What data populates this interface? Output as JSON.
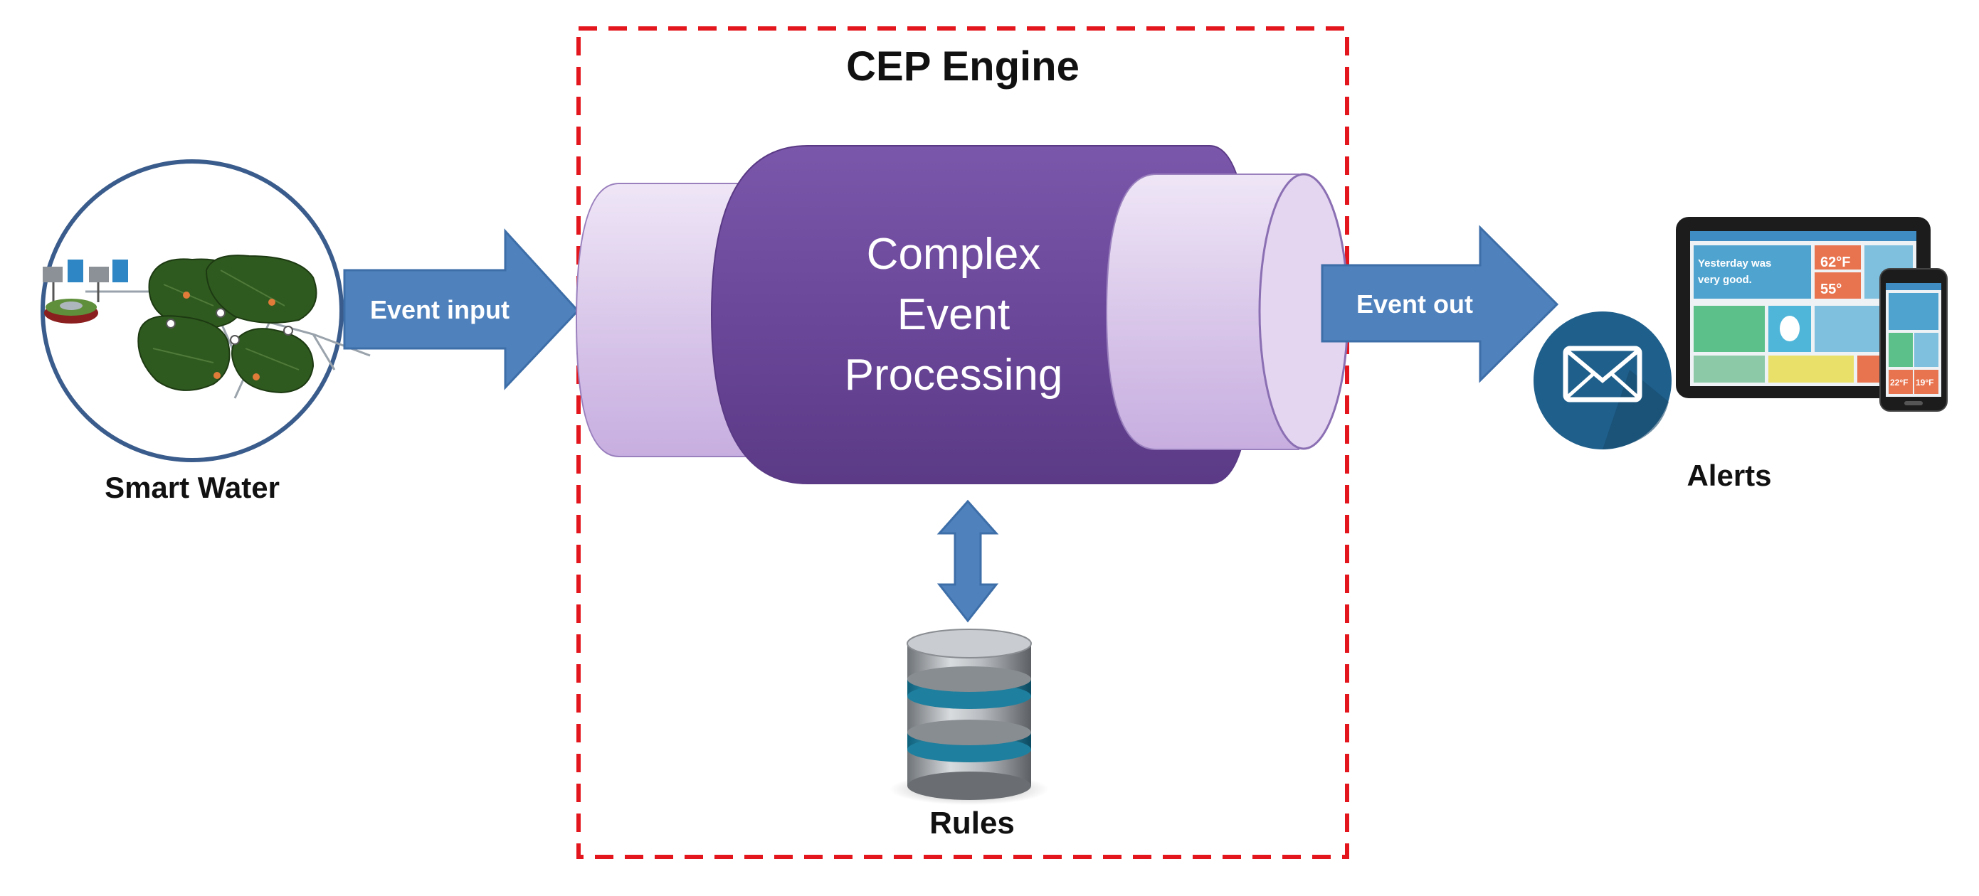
{
  "diagram": {
    "engine_title": "CEP Engine",
    "processor_lines": [
      "Complex",
      "Event",
      "Processing"
    ],
    "source_label": "Smart Water",
    "input_arrow_label": "Event input",
    "output_arrow_label": "Event out",
    "rules_label": "Rules",
    "alerts_label": "Alerts",
    "dashboard": {
      "temp_1": "62°F",
      "temp_2": "55°",
      "headline_1": "Yesterday was",
      "headline_2": "very good.",
      "phone_temp_1": "22°F",
      "phone_temp_2": "19°F"
    }
  },
  "colors": {
    "dashed_border": "#e3161d",
    "arrow_fill": "#4f81bd",
    "cylinder_purple": "#6e4aa0",
    "cylinder_end_light": "#dcc8ec",
    "email_circle": "#1f5f8b",
    "water_border": "#3a5c8c",
    "landmass": "#2f5a1f"
  }
}
